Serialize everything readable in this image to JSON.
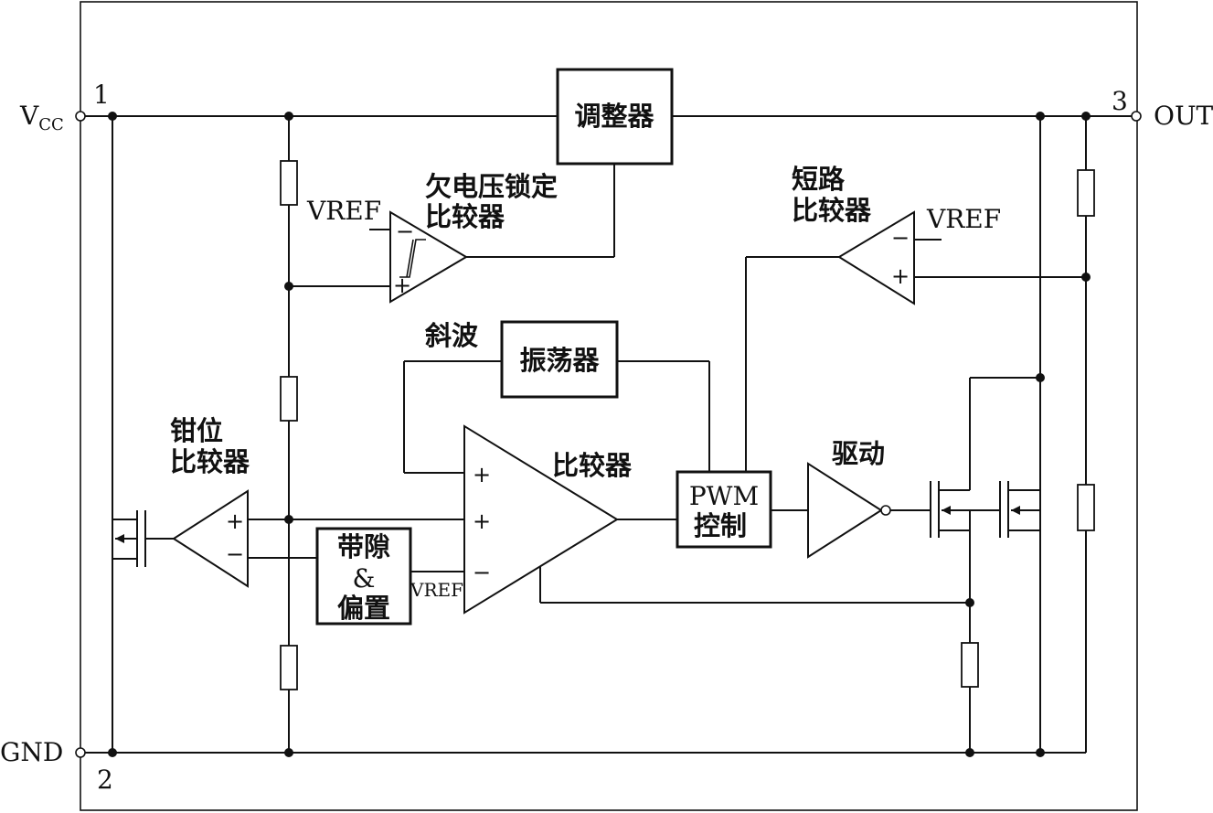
{
  "pins": {
    "vcc_main": "V",
    "vcc_sub": "CC",
    "vcc_num": "1",
    "out": "OUT",
    "out_num": "3",
    "gnd": "GND",
    "gnd_num": "2"
  },
  "blocks": {
    "regulator": "调整器",
    "oscillator": "振荡器",
    "pwm_line1": "PWM",
    "pwm_line2": "控制",
    "bandgap_line1": "带隙",
    "bandgap_line2": "&",
    "bandgap_line3": "偏置"
  },
  "labels": {
    "uvlo_line1": "欠电压锁定",
    "uvlo_line2": "比较器",
    "short_line1": "短路",
    "short_line2": "比较器",
    "clamp_line1": "钳位",
    "clamp_line2": "比较器",
    "ramp": "斜波",
    "comparator": "比较器",
    "driver": "驱动",
    "vref_uvlo": "VREF",
    "vref_short": "VREF",
    "vref_bandgap": "VREF"
  },
  "signs": {
    "minus": "−",
    "plus": "+"
  }
}
